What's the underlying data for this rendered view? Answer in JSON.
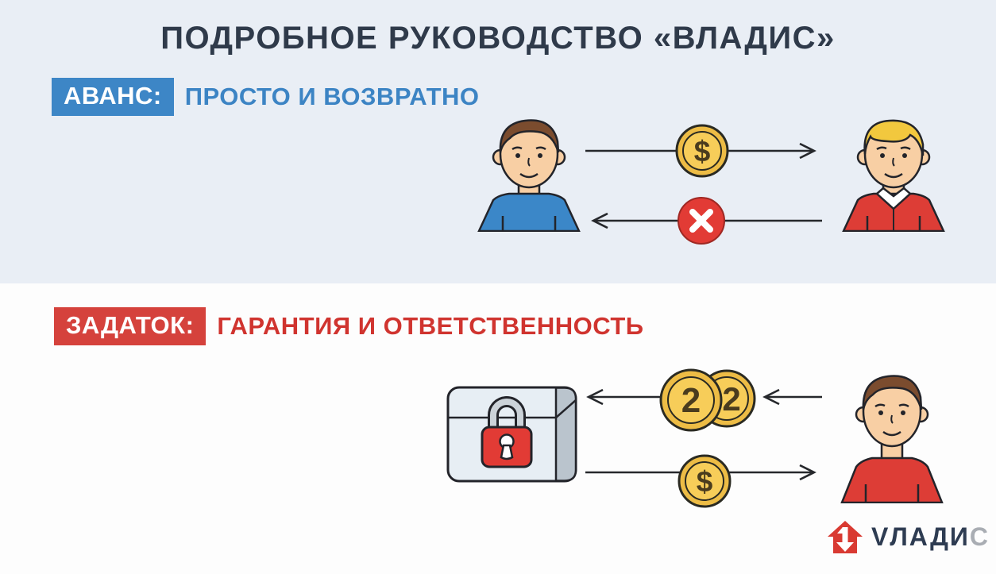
{
  "title": "ПОДРОБНОЕ РУКОВОДСТВО «ВЛАДИС»",
  "sections": [
    {
      "id": "avans",
      "badge": "АВАНС:",
      "heading": "ПРОСТО И ВОЗВРАТНО",
      "badge_color": "#3d86c6",
      "heading_color": "#3c84c4",
      "left_figure": "buyer-blue-shirt",
      "right_figure": "seller-red-sweater",
      "flows": [
        {
          "direction": "left-to-right",
          "icon": "dollar-coin-icon",
          "symbol": "$"
        },
        {
          "direction": "right-to-left",
          "icon": "cross-icon",
          "symbol": ""
        }
      ]
    },
    {
      "id": "zadatok",
      "badge": "ЗАДАТОК:",
      "heading": "ГАРАНТИЯ И ОТВЕТСТВЕННОСТЬ",
      "badge_color": "#d5423c",
      "heading_color": "#d0342f",
      "left_figure": "locked-safe",
      "right_figure": "buyer-red-shirt",
      "flows": [
        {
          "direction": "right-to-left",
          "icon": "double-coin-icon",
          "symbol": "2"
        },
        {
          "direction": "left-to-right",
          "icon": "dollar-coin-icon",
          "symbol": "$"
        }
      ]
    }
  ],
  "logo": {
    "icon": "house-arrow-icon",
    "brand_primary": "VЛАДИ",
    "brand_secondary": "С"
  },
  "colors": {
    "top_background": "#e9eef5",
    "bottom_background": "#fdfdfd",
    "title_text": "#2f3a4a",
    "blue_accent": "#3d86c6",
    "red_accent": "#d5423c",
    "coin_gold": "#f5c64a",
    "cross_red": "#e23b35",
    "lock_red": "#e23b35",
    "shirt_blue": "#3b87c8",
    "shirt_red": "#dd3d36",
    "hair_brown": "#7b4c2e",
    "hair_blonde": "#f2c83e",
    "skin": "#f8cfa4",
    "safe_body": "#e7eef4",
    "safe_side": "#bac4cd",
    "arrow": "#26282c",
    "logo_red": "#d93a32",
    "logo_navy": "#2e3c52",
    "logo_grey": "#a9adb3"
  }
}
